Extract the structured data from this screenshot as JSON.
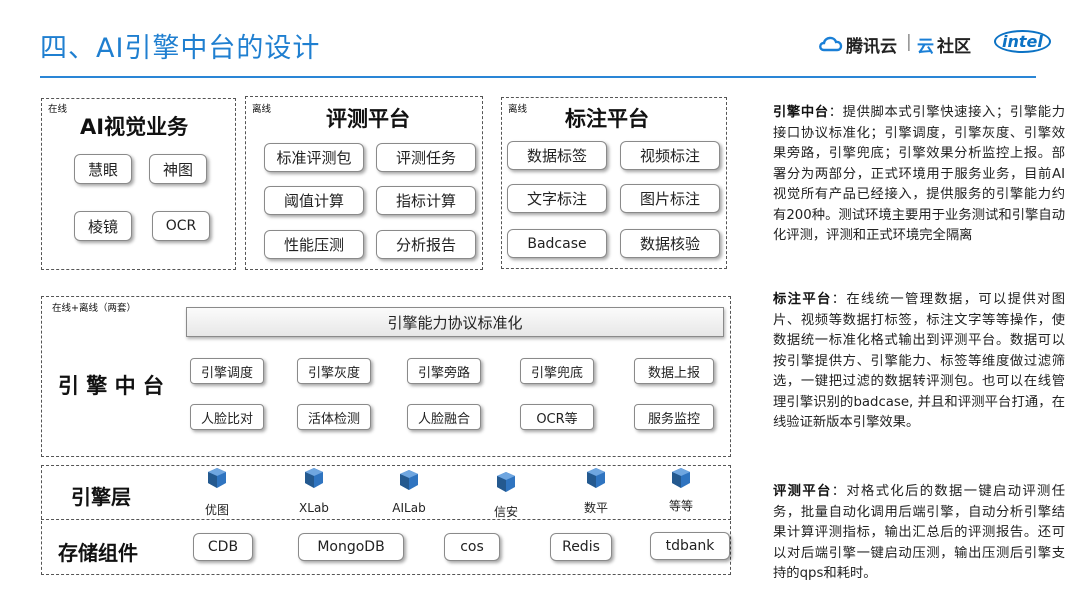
{
  "title": "四、AI引擎中台的设计",
  "logos": {
    "tencent": "腾讯云",
    "community": "社区",
    "intel": "intel"
  },
  "panels": {
    "ai_vision": {
      "tag": "在线",
      "title": "AI视觉业务",
      "items": [
        "慧眼",
        "神图",
        "棱镜",
        "OCR"
      ]
    },
    "eval": {
      "tag": "离线",
      "title": "评测平台",
      "items": [
        "标准评测包",
        "评测任务",
        "阈值计算",
        "指标计算",
        "性能压测",
        "分析报告"
      ]
    },
    "label": {
      "tag": "离线",
      "title": "标注平台",
      "items": [
        "数据标签",
        "视频标注",
        "文字标注",
        "图片标注",
        "Badcase",
        "数据核验"
      ]
    }
  },
  "middle": {
    "tag": "在线+离线（两套）",
    "title": "引 擎 中 台",
    "banner": "引擎能力协议标准化",
    "row1": [
      "引擎调度",
      "引擎灰度",
      "引擎旁路",
      "引擎兜底",
      "数据上报"
    ],
    "row2": [
      "人脸比对",
      "活体检测",
      "人脸融合",
      "OCR等",
      "服务监控"
    ]
  },
  "engine_layer": {
    "title": "引擎层",
    "items": [
      "优图",
      "XLab",
      "AILab",
      "信安",
      "数平",
      "等等"
    ]
  },
  "storage": {
    "title": "存储组件",
    "items": [
      "CDB",
      "MongoDB",
      "cos",
      "Redis",
      "tdbank"
    ]
  },
  "descriptions": [
    {
      "head": "引擎中台",
      "body": "：提供脚本式引擎快速接入；引擎能力接口协议标准化；引擎调度，引擎灰度、引擎效果旁路，引擎兜底；引擎效果分析监控上报。部署分为两部分，正式环境用于服务业务，目前AI视觉所有产品已经接入，提供服务的引擎能力约有200种。测试环境主要用于业务测试和引擎自动化评测，评测和正式环境完全隔离"
    },
    {
      "head": "标注平台",
      "body": "：在线统一管理数据，可以提供对图片、视频等数据打标签，标注文字等等操作，使数据统一标准化格式输出到评测平台。数据可以按引擎提供方、引擎能力、标签等维度做过滤筛选，一键把过滤的数据转评测包。也可以在线管理引擎识别的badcase, 并且和评测平台打通，在线验证新版本引擎效果。"
    },
    {
      "head": "评测平台",
      "body": "：对格式化后的数据一键启动评测任务，批量自动化调用后端引擎，自动分析引擎结果计算评测指标，输出汇总后的评测报告。还可以对后端引擎一键启动压测，输出压测后引擎支持的qps和耗时。"
    }
  ],
  "colors": {
    "accent": "#1f7fd0",
    "cube": "#2f74c0"
  }
}
